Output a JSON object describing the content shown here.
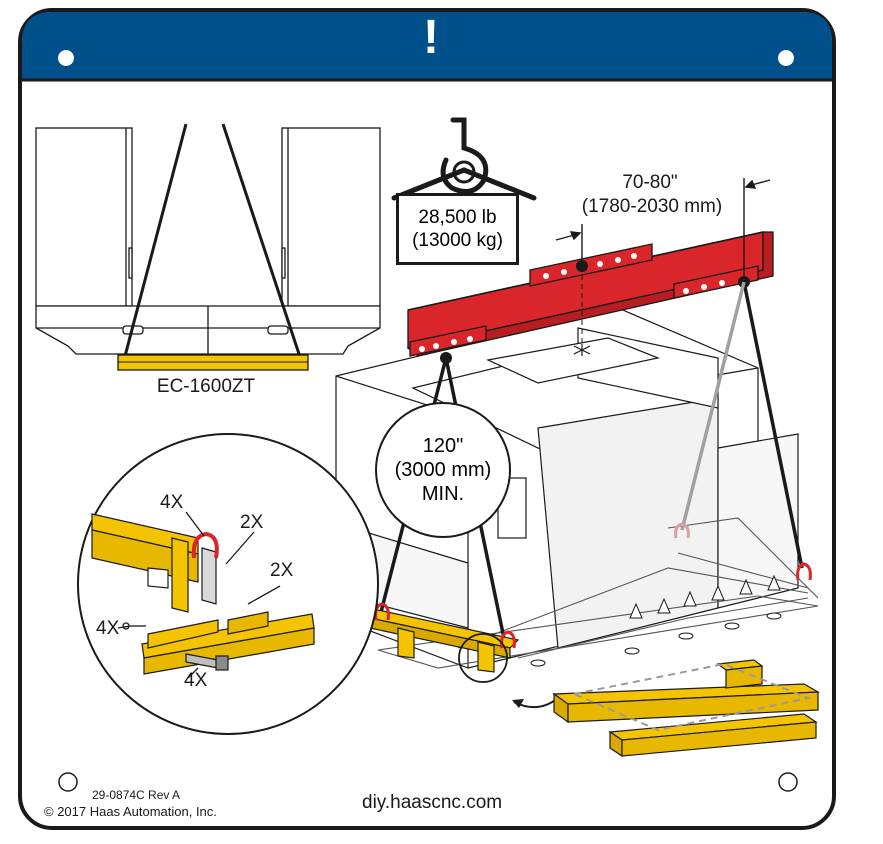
{
  "header": {
    "symbol": "!",
    "color": "#00508c"
  },
  "crane": {
    "weight_imperial": "28,500 lb",
    "weight_metric": "(13000 kg)"
  },
  "spreader_bar": {
    "spacing_imperial": "70-80\"",
    "spacing_metric": "(1780-2030 mm)",
    "color": "#d9262a"
  },
  "sling": {
    "length_imperial": "120\"",
    "length_metric": "(3000 mm)",
    "length_qualifier": "MIN."
  },
  "model": {
    "name": "EC-1600ZT"
  },
  "detail": {
    "shackle_qty": "4X",
    "bracket_qty_a": "2X",
    "bracket_qty_b": "2X",
    "pin_qty": "4X",
    "bolt_qty": "4X",
    "fixture_color": "#f5c400"
  },
  "footer": {
    "part_number": "29-0874C Rev A",
    "copyright": "© 2017 Haas Automation, Inc.",
    "website": "diy.haascnc.com"
  }
}
